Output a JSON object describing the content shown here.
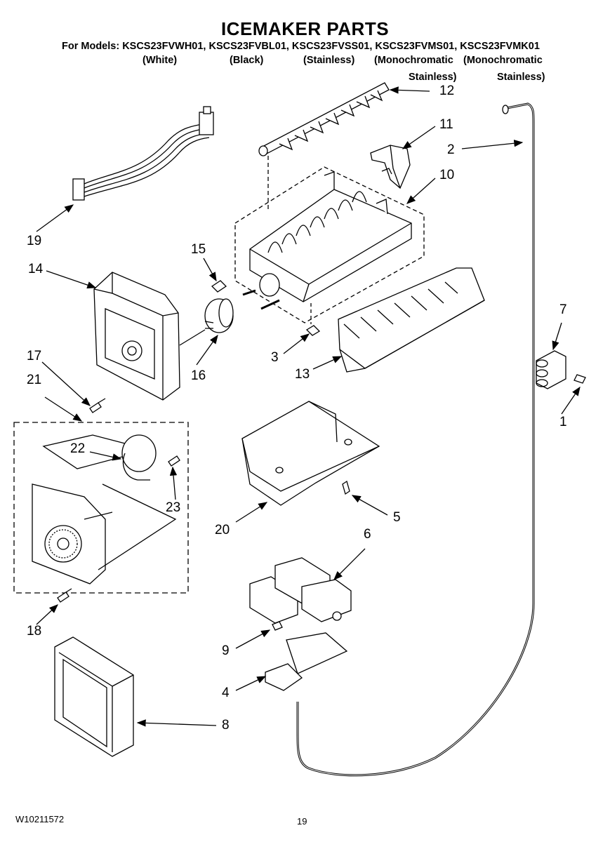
{
  "header": {
    "title": "ICEMAKER PARTS",
    "models_line": "For Models: KSCS23FVWH01, KSCS23FVBL01, KSCS23FVSS01, KSCS23FVMS01, KSCS23FVMK01",
    "variants": [
      "(White)",
      "(Black)",
      "(Stainless)",
      "(Monochromatic",
      "(Monochromatic",
      "Stainless)",
      "Stainless)"
    ]
  },
  "callouts": [
    "1",
    "2",
    "3",
    "4",
    "5",
    "6",
    "7",
    "8",
    "9",
    "10",
    "11",
    "12",
    "13",
    "14",
    "15",
    "16",
    "17",
    "18",
    "19",
    "20",
    "21",
    "22",
    "23"
  ],
  "footer": {
    "doc_number": "W10211572",
    "page_number": "19"
  }
}
